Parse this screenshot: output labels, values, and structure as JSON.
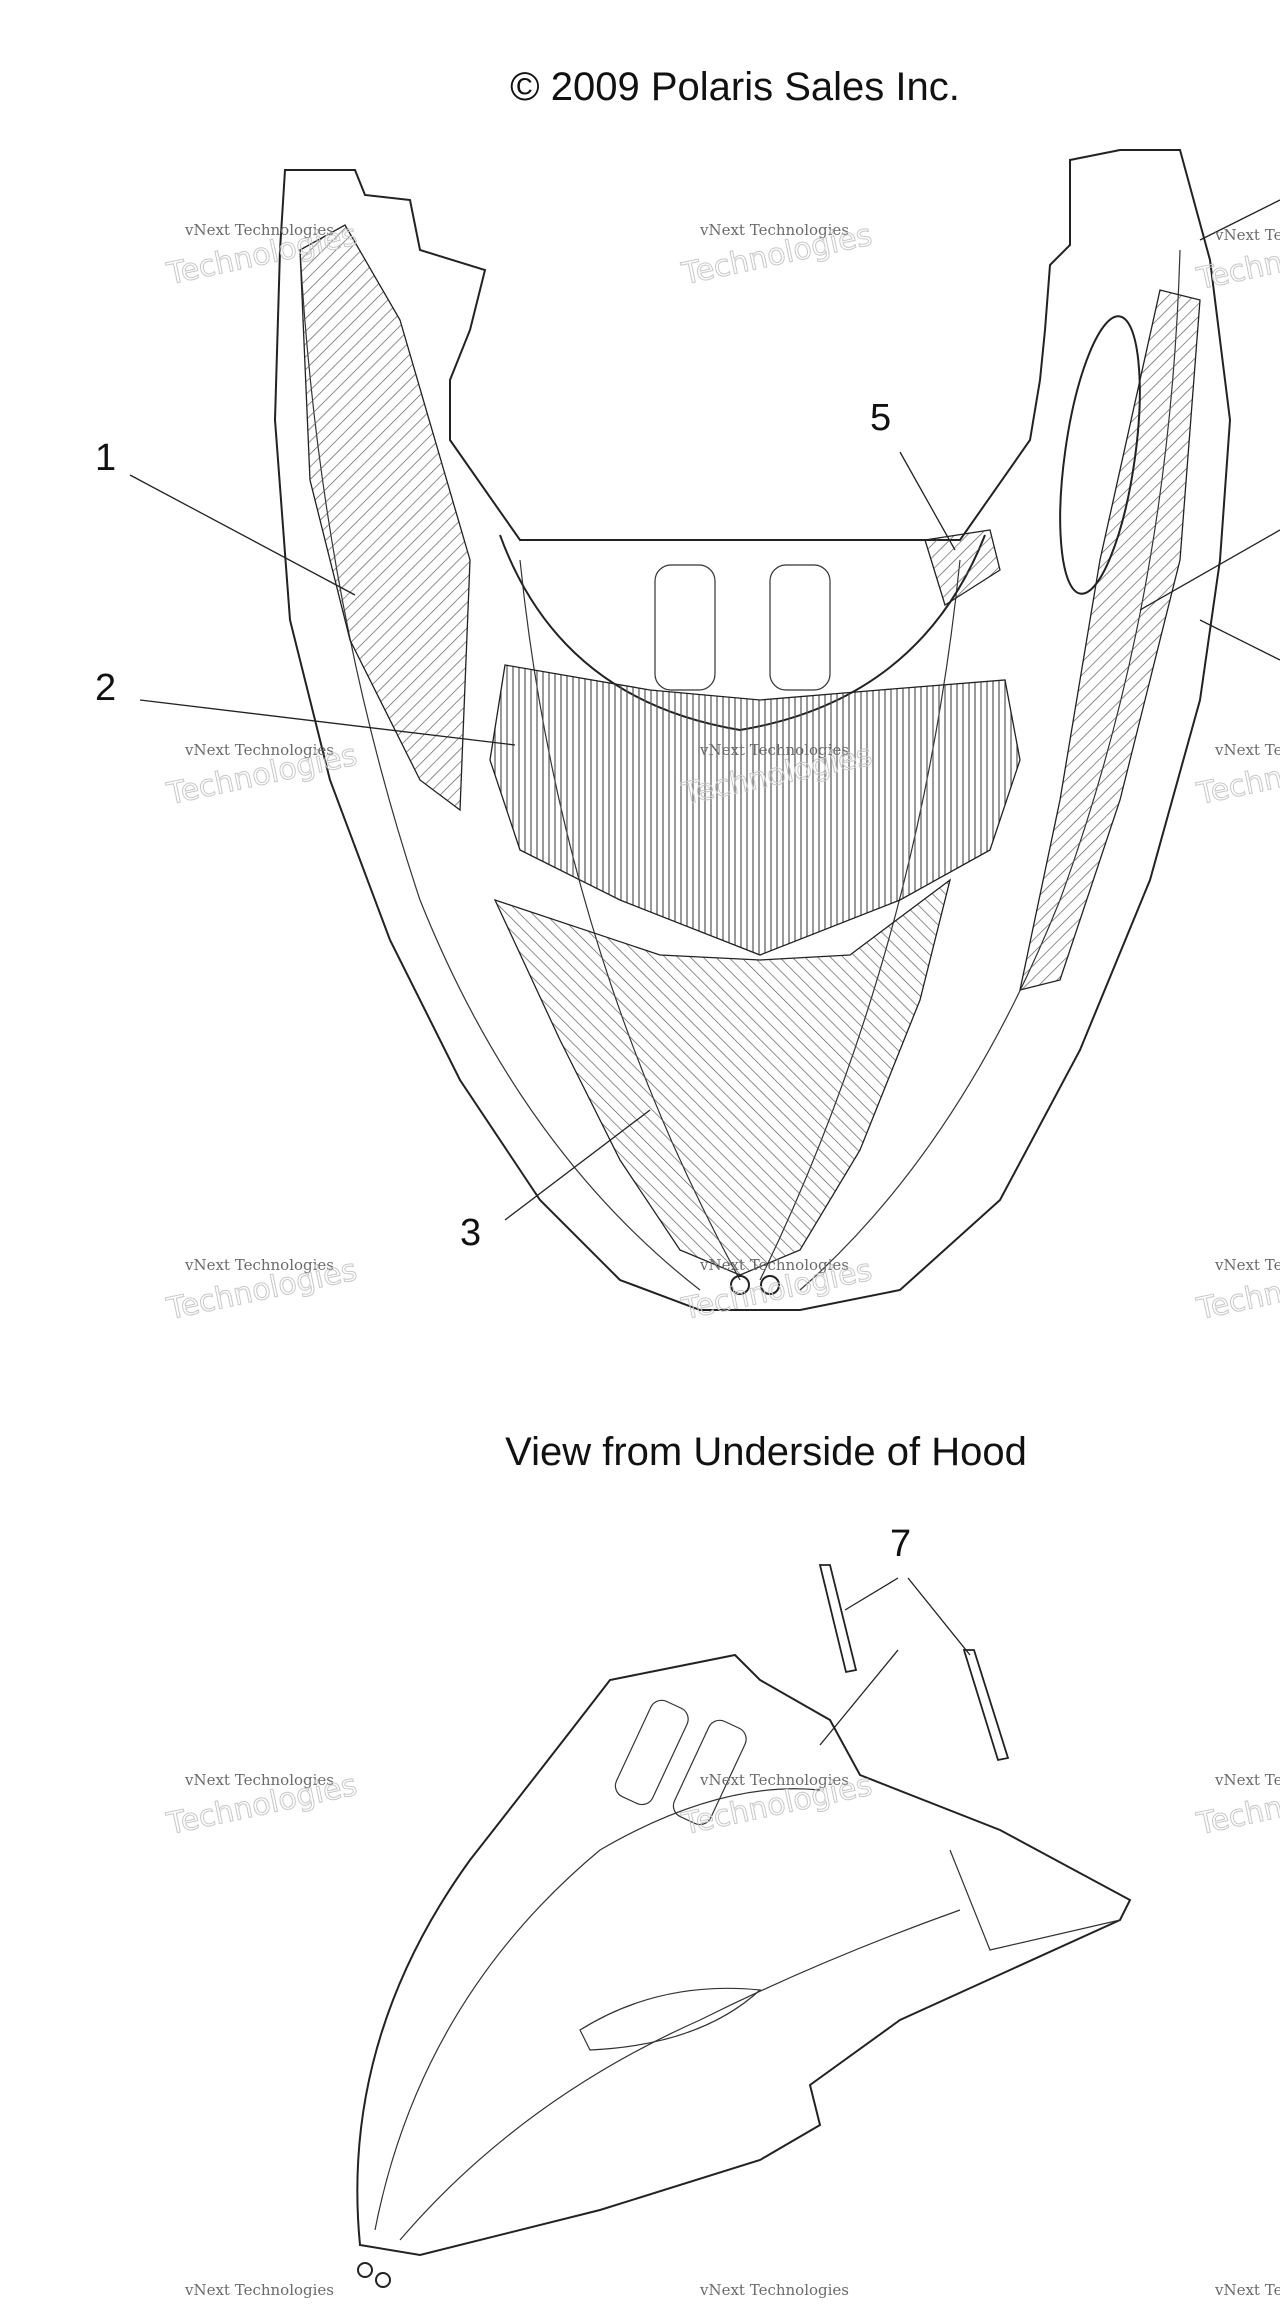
{
  "copyright": "© 2009 Polaris Sales Inc.",
  "view_caption": "View from Underside of Hood",
  "callouts": [
    "1",
    "2",
    "3",
    "5",
    "7"
  ],
  "watermark": {
    "line1": "vNext Technologies",
    "line2": "Technologies",
    "line3": "vNext"
  },
  "colors": {
    "line": "#222222",
    "hatch": "#555555",
    "watermark": "#9a9a9a"
  }
}
